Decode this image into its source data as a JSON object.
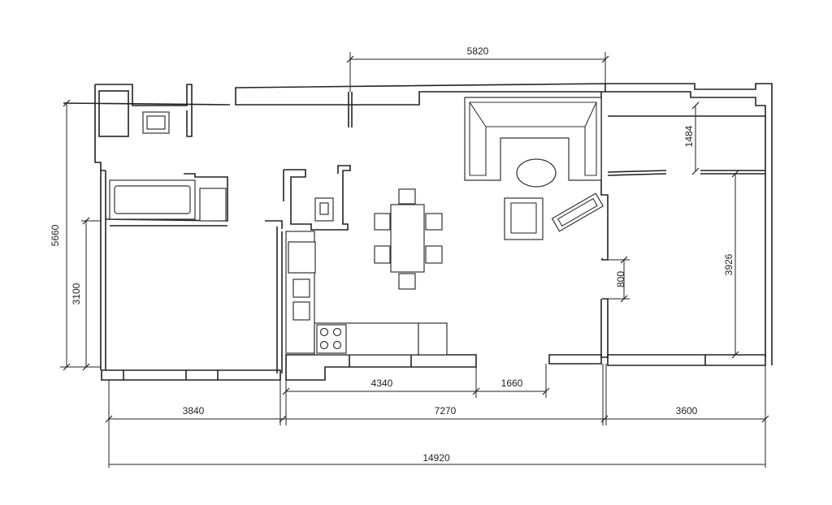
{
  "dimensions": {
    "top_living_width": "5820",
    "left_total_height": "5660",
    "left_room_height": "3100",
    "right_small_room": "1484",
    "right_large_room": "3926",
    "right_door": "800",
    "kitchen_run": "4340",
    "opening": "1660",
    "left_width": "3840",
    "center_width": "7270",
    "right_width": "3600",
    "total_width": "14920"
  }
}
